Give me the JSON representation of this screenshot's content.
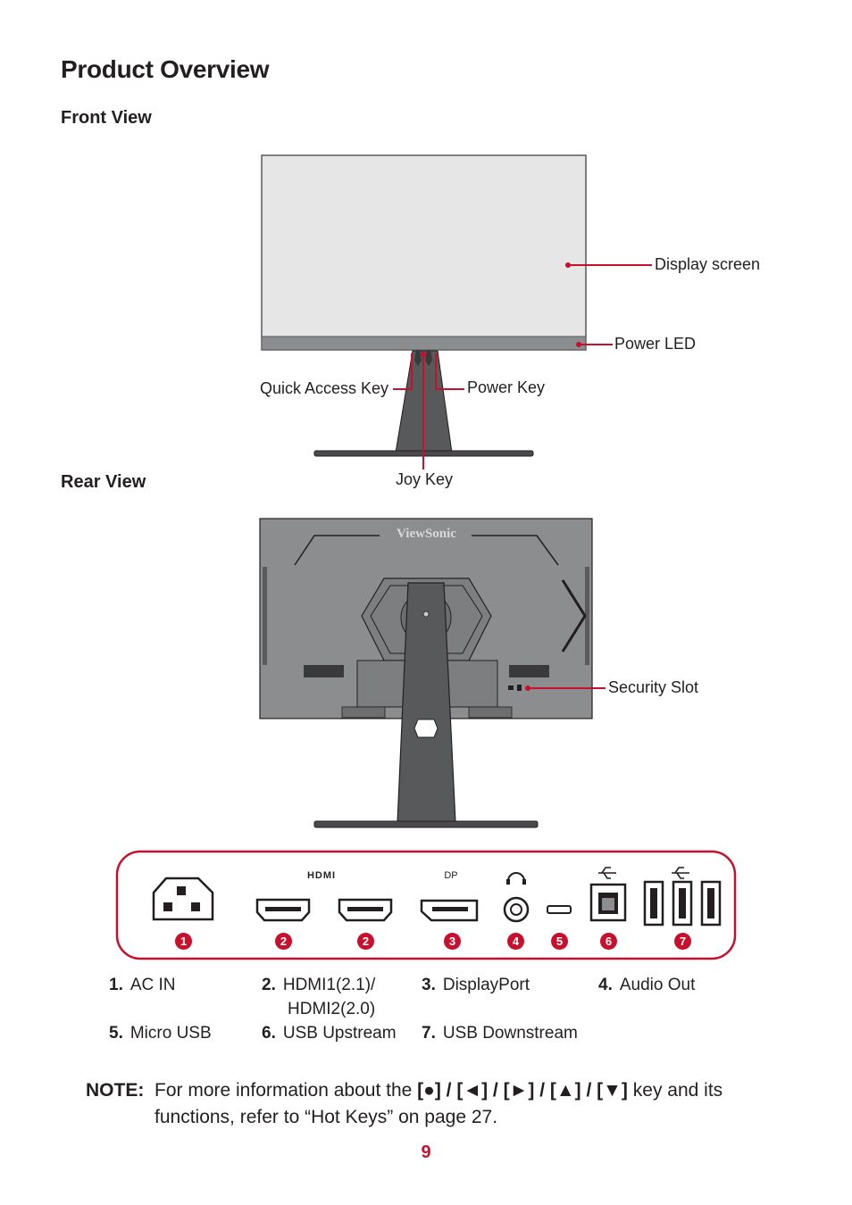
{
  "page": {
    "title": "Product Overview",
    "page_number": "9"
  },
  "front": {
    "heading": "Front View",
    "labels": {
      "display_screen": "Display screen",
      "power_led": "Power LED",
      "quick_access_key": "Quick Access Key",
      "power_key": "Power Key",
      "joy_key": "Joy Key"
    }
  },
  "rear": {
    "heading": "Rear View",
    "brand": "ViewSonic",
    "labels": {
      "security_slot": "Security Slot"
    }
  },
  "ports": {
    "tags": {
      "hdmi": "HDMI",
      "dp": "DP"
    },
    "badges": [
      "1",
      "2",
      "2",
      "3",
      "4",
      "5",
      "6",
      "7"
    ],
    "legend": [
      {
        "num": "1.",
        "text": "AC IN"
      },
      {
        "num": "2.",
        "text": "HDMI1(2.1)/",
        "text2": "HDMI2(2.0)"
      },
      {
        "num": "3.",
        "text": "DisplayPort"
      },
      {
        "num": "4.",
        "text": "Audio Out"
      },
      {
        "num": "5.",
        "text": "Micro USB"
      },
      {
        "num": "6.",
        "text": "USB Upstream"
      },
      {
        "num": "7.",
        "text": "USB Downstream"
      }
    ]
  },
  "note": {
    "label": "NOTE:",
    "text_before": "For more information about the",
    "keys": "[●] / [◄] / [►] / [▲] / [▼]",
    "text_after": "key and its",
    "line2": "functions, refer to “Hot Keys” on page 27."
  },
  "colors": {
    "accent": "#c8102e",
    "text": "#231f20",
    "screen": "#e6e6e6",
    "body": "#6d6e70"
  }
}
